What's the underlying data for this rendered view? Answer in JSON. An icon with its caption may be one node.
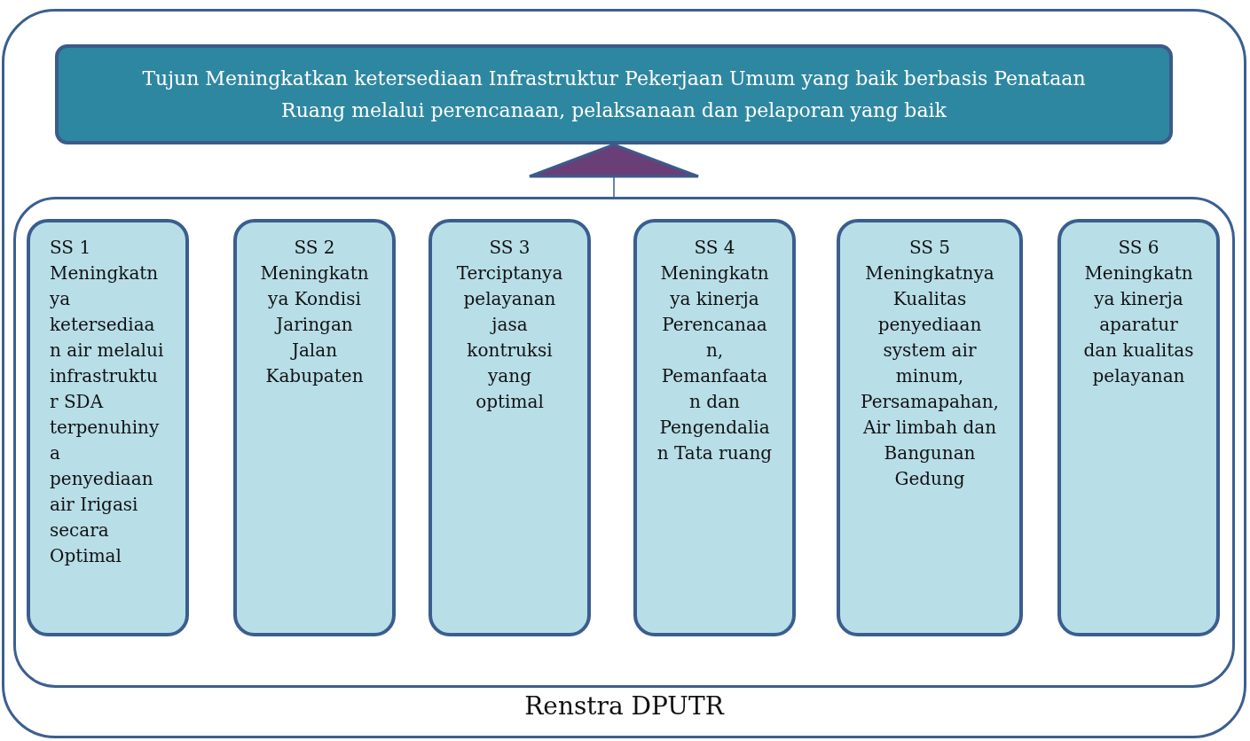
{
  "diagram": {
    "nodes": [
      {
        "text": [
          "Renstra DPUTR"
        ]
      },
      {
        "text": [
          "Tujun Meningkatkan ketersediaan Infrastruktur Pekerjaan Umum yang baik berbasis Penataan Ruang melalui perencanaan, pelaksanaan dan pelaporan yang baik"
        ],
        "in": 0
      },
      {
        "text": [],
        "shape": "box",
        "in": 0
      },
      {
        "text": [
          "SS 1",
          "Meningkatnya ketersediaan air melalui infrastruktur SDA terpenuhinya penyediaan air Irigasi secara Optimal"
        ],
        "in": 2
      },
      {
        "text": [
          "SS 2",
          "Meningkatnya Kondisi Jaringan Jalan Kabupaten"
        ],
        "in": 2
      },
      {
        "text": [
          "SS 3",
          "Terciptanya pelayanan jasa kontruksi yang optimal"
        ],
        "in": 2
      },
      {
        "text": [
          "SS 4",
          "Meningkatnya kinerja Perencanaan, Pemanfaatan dan Pengendalian Tata ruang"
        ],
        "in": 2
      },
      {
        "text": [
          "SS 5",
          "Meningkatnya Kualitas penyediaan system air minum, Persamapahan, Air limbah dan Bangunan Gedung"
        ],
        "in": 2
      },
      {
        "text": [
          "SS 6",
          "Meningkatnya kinerja aparatur dan kualitas pelayanan"
        ],
        "in": 2
      }
    ],
    "edges": [
      {
        "from": 2,
        "to": 1,
        "arrow": "to"
      }
    ]
  }
}
